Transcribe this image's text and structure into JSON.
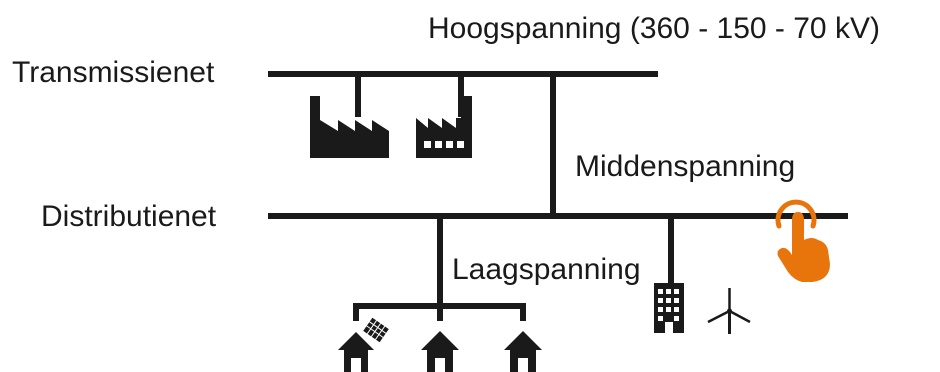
{
  "labels": {
    "high_voltage": "Hoogspanning (360 - 150 - 70 kV)",
    "transmission_grid": "Transmissienet",
    "medium_voltage": "Middenspanning",
    "distribution_grid": "Distributienet",
    "low_voltage": "Laagspanning"
  },
  "colors": {
    "line": "#1a1a1a",
    "accent": "#e8740c"
  },
  "icons": [
    "factory-icon",
    "factory-icon",
    "office-building-icon",
    "wind-turbine-icon",
    "house-icon",
    "house-with-solar-panel-icon",
    "touch-hand-icon"
  ]
}
